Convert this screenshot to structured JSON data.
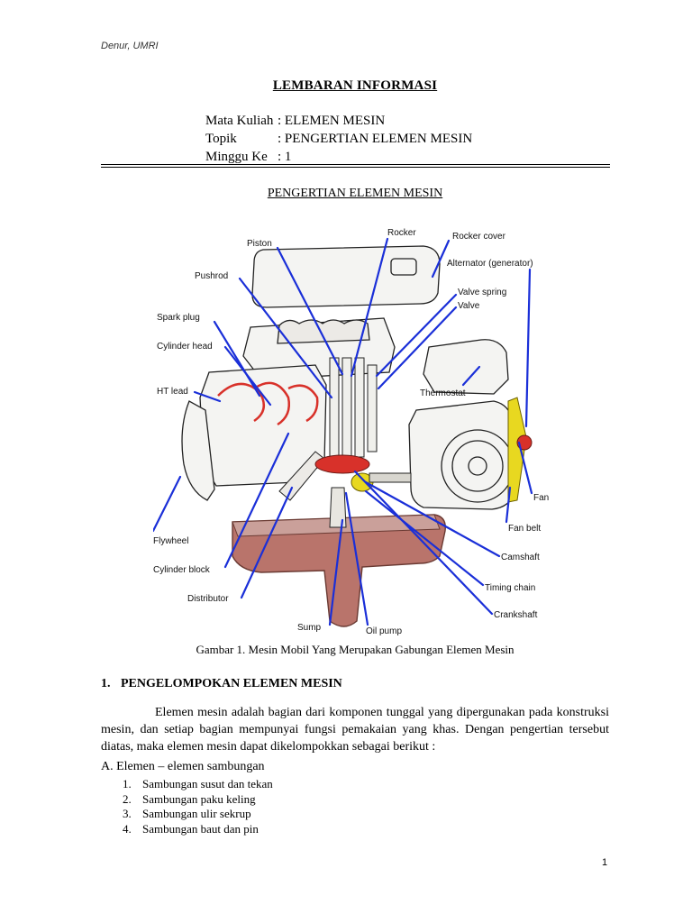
{
  "header": {
    "author": "Denur, UMRI"
  },
  "doc": {
    "title": "LEMBARAN INFORMASI",
    "meta": [
      {
        "key": "Mata Kuliah",
        "sep": ":",
        "value": "ELEMEN MESIN"
      },
      {
        "key": "Topik",
        "sep": ":",
        "value": "PENGERTIAN ELEMEN MESIN"
      },
      {
        "key": "Minggu Ke",
        "sep": ":",
        "value": "1"
      }
    ],
    "subtitle": "PENGERTIAN ELEMEN MESIN"
  },
  "figure": {
    "caption": "Gambar 1. Mesin Mobil Yang Merupakan Gabungan Elemen Mesin",
    "labels": {
      "rocker": "Rocker",
      "piston": "Piston",
      "rocker_cover": "Rocker cover",
      "alternator": "Alternator (generator)",
      "pushrod": "Pushrod",
      "valve_spring": "Valve spring",
      "valve": "Valve",
      "spark_plug": "Spark plug",
      "cylinder_head": "Cylinder head",
      "ht_lead": "HT lead",
      "thermostat": "Thermostat",
      "fan": "Fan",
      "fan_belt": "Fan belt",
      "flywheel": "Flywheel",
      "camshaft": "Camshaft",
      "cylinder_block": "Cylinder block",
      "timing_chain": "Timing chain",
      "distributor": "Distributor",
      "crankshaft": "Crankshaft",
      "sump": "Sump",
      "oil_pump": "Oil pump"
    },
    "colors": {
      "leader": "#1a2fd8",
      "sump": "#b9746b",
      "highlight_red": "#d8312a",
      "highlight_yellow": "#e8d820"
    }
  },
  "section": {
    "number": "1.",
    "title": "PENGELOMPOKAN ELEMEN MESIN",
    "paragraph_indent": "",
    "paragraph": "Elemen mesin adalah bagian dari komponen tunggal yang dipergunakan pada konstruksi mesin, dan setiap bagian mempunyai fungsi pemakaian yang khas. Dengan pengertian tersebut diatas, maka elemen mesin dapat dikelompokkan sebagai berikut :",
    "subheading": "A. Elemen – elemen sambungan",
    "list": [
      {
        "n": "1.",
        "text": "Sambungan susut dan tekan"
      },
      {
        "n": "2.",
        "text": "Sambungan paku keling"
      },
      {
        "n": "3.",
        "text": "Sambungan ulir sekrup"
      },
      {
        "n": "4.",
        "text": "Sambungan baut dan pin"
      }
    ]
  },
  "footer": {
    "page": "1"
  }
}
